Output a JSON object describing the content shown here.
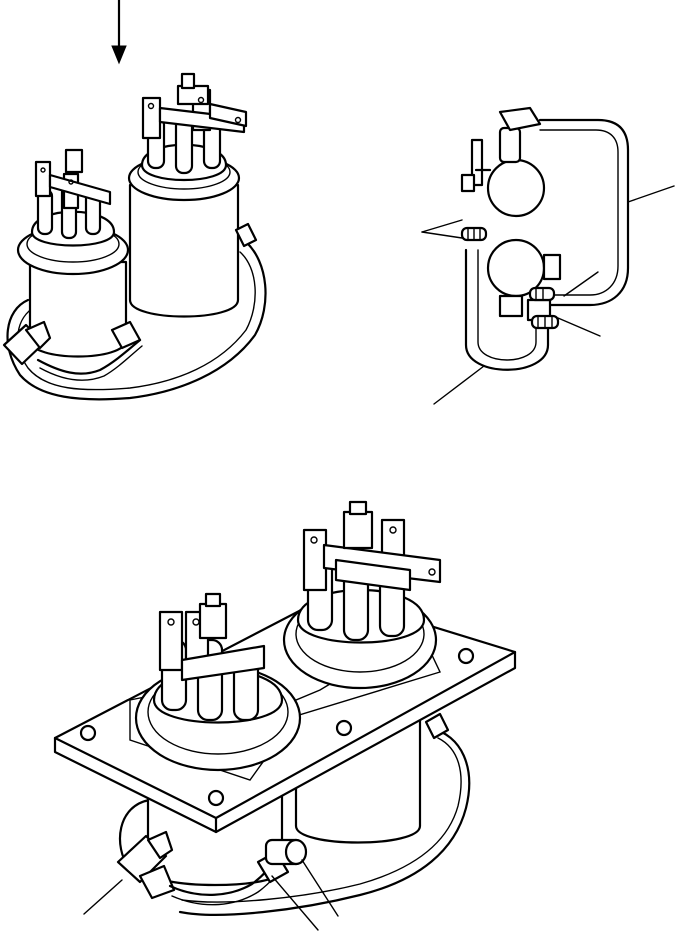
{
  "drawing": {
    "views": [
      "top-left-assembly",
      "top-right-schematic",
      "bottom-assembly"
    ],
    "colors": {
      "line": "#000000",
      "background": "#ffffff"
    },
    "icons": [
      "arrow-down-icon",
      "hose-clamp-icon"
    ]
  }
}
